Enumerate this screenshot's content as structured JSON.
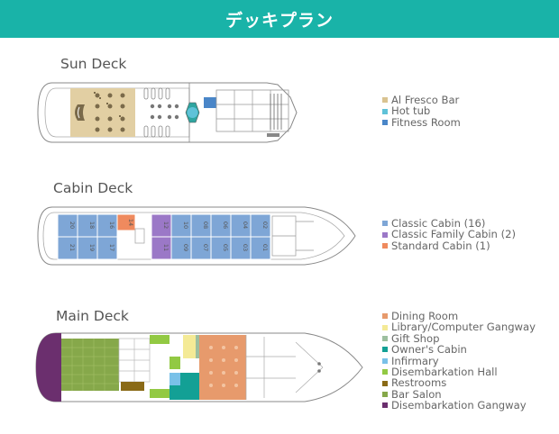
{
  "page_title": "デッキプラン",
  "decks": [
    {
      "title": "Sun Deck",
      "legend": [
        {
          "label": "Al Fresco Bar",
          "color": "#d9c391"
        },
        {
          "label": "Hot tub",
          "color": "#5fc2d8"
        },
        {
          "label": "Fitness Room",
          "color": "#4a86c8"
        }
      ]
    },
    {
      "title": "Cabin Deck",
      "cabins_top": [
        "20",
        "18",
        "16",
        "14",
        "12",
        "10",
        "08",
        "06",
        "04",
        "02"
      ],
      "cabins_bottom": [
        "21",
        "19",
        "17",
        "11",
        "09",
        "07",
        "05",
        "03",
        "01"
      ],
      "legend": [
        {
          "label": "Classic Cabin (16)",
          "color": "#7ea6d6"
        },
        {
          "label": "Classic Family Cabin (2)",
          "color": "#9b78c7"
        },
        {
          "label": "Standard Cabin (1)",
          "color": "#ef8a5e"
        }
      ]
    },
    {
      "title": "Main Deck",
      "legend": [
        {
          "label": "Dining Room",
          "color": "#e79a6c"
        },
        {
          "label": "Library/Computer Gangway",
          "color": "#f4ea96"
        },
        {
          "label": "Gift Shop",
          "color": "#9dbf9f"
        },
        {
          "label": "Owner's Cabin",
          "color": "#13a095"
        },
        {
          "label": "Infirmary",
          "color": "#79c1e8"
        },
        {
          "label": "Disembarkation Hall",
          "color": "#92c943"
        },
        {
          "label": "Restrooms",
          "color": "#8a6a17"
        },
        {
          "label": "Bar Salon",
          "color": "#86a84a"
        },
        {
          "label": "Disembarkation Gangway",
          "color": "#6b2f6e"
        }
      ]
    }
  ]
}
